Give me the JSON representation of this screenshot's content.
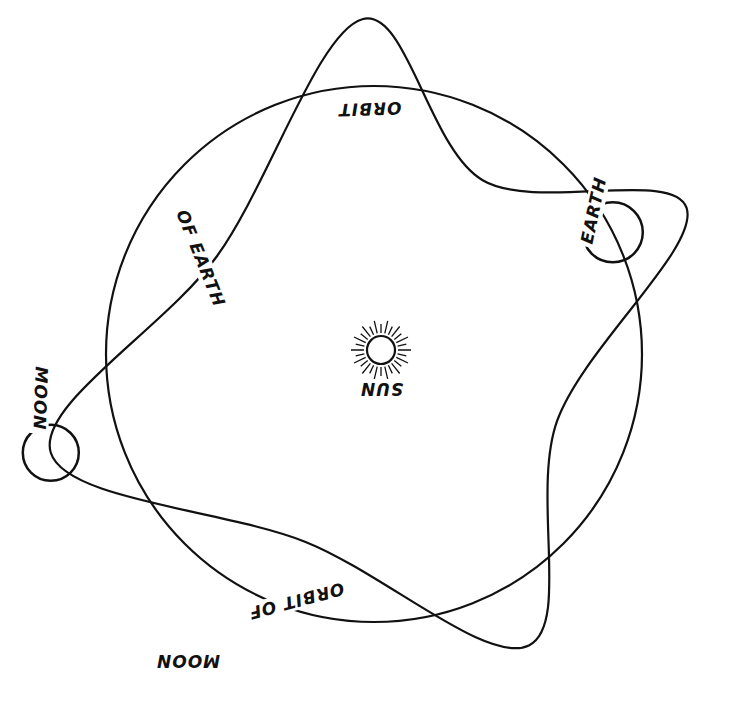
{
  "diagram": {
    "labels": [
      "SUN",
      "EARTH",
      "MOON",
      "ORBIT",
      "OF EARTH",
      "ORBIT OF",
      "MOON"
    ]
  }
}
